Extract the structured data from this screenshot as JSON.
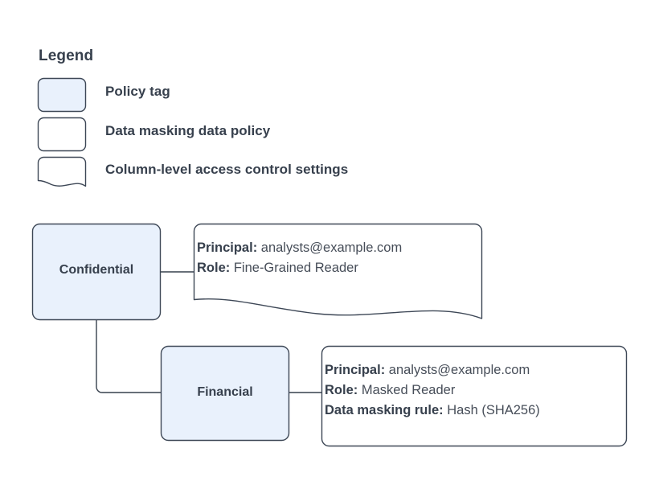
{
  "legend": {
    "title": "Legend",
    "items": [
      {
        "shape": "policy-tag-swatch",
        "label": "Policy tag",
        "fill": "#e9f1fc",
        "stroke": "#3d4756"
      },
      {
        "shape": "data-policy-swatch",
        "label": "Data masking data policy",
        "fill": "#ffffff",
        "stroke": "#3d4756"
      },
      {
        "shape": "access-settings-swatch",
        "label": "Column-level access control settings",
        "fill": "#ffffff",
        "stroke": "#3d4756"
      }
    ]
  },
  "diagram": {
    "nodes": [
      {
        "id": "confidential",
        "label": "Confidential",
        "type": "policy-tag",
        "fill": "#e9f1fc",
        "stroke": "#3d4756"
      },
      {
        "id": "financial",
        "label": "Financial",
        "type": "policy-tag",
        "fill": "#e9f1fc",
        "stroke": "#3d4756"
      }
    ],
    "callouts": [
      {
        "id": "confidential-access",
        "type": "column-level-access-control-settings",
        "attached_to": "confidential",
        "lines": [
          {
            "key": "Principal:",
            "value": "analysts@example.com"
          },
          {
            "key": "Role:",
            "value": "Fine-Grained Reader"
          }
        ]
      },
      {
        "id": "financial-masking-policy",
        "type": "data-masking-data-policy",
        "attached_to": "financial",
        "lines": [
          {
            "key": "Principal:",
            "value": "analysts@example.com"
          },
          {
            "key": "Role:",
            "value": "Masked Reader"
          },
          {
            "key": "Data masking rule:",
            "value": "Hash (SHA256)"
          }
        ]
      }
    ],
    "connectors": [
      {
        "from": "confidential",
        "to": "confidential-access"
      },
      {
        "from": "confidential",
        "to": "financial"
      },
      {
        "from": "financial",
        "to": "financial-masking-policy"
      }
    ]
  },
  "colors": {
    "background": "#ffffff",
    "tag_fill": "#e9f1fc",
    "stroke": "#3d4756",
    "text": "#37404d",
    "connector": "#37404d"
  }
}
